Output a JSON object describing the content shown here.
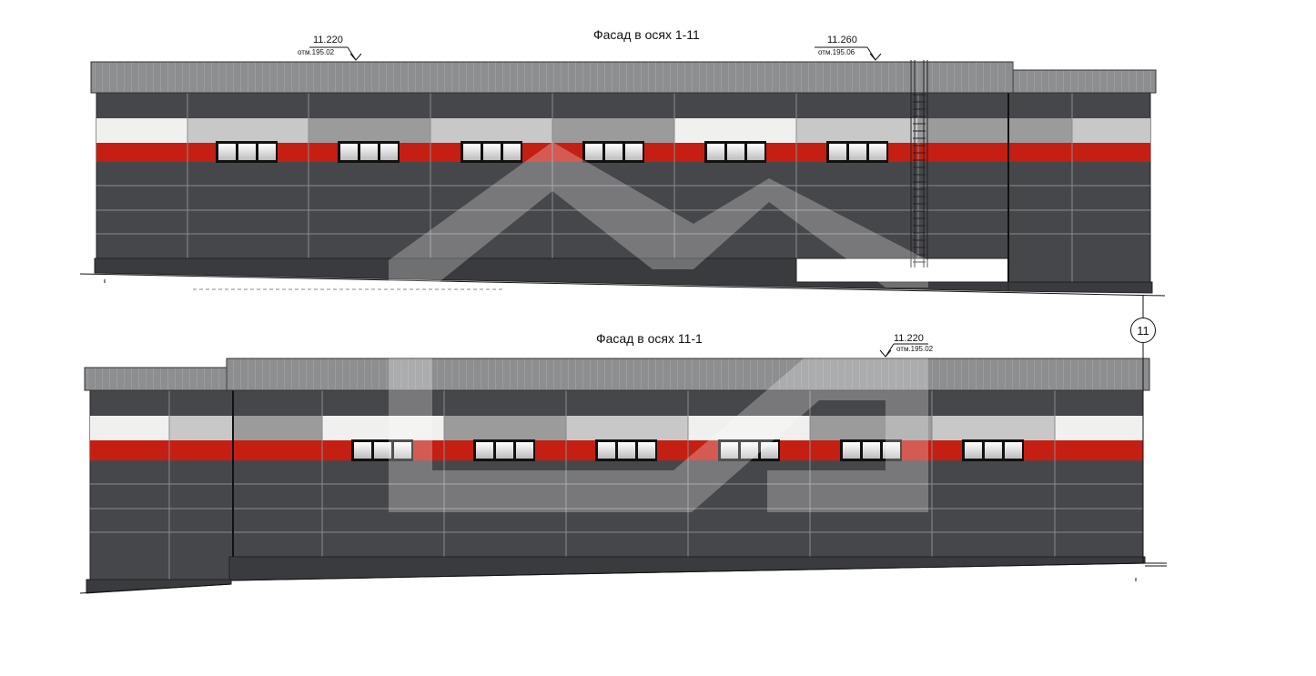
{
  "facade_top": {
    "title": "Фасад в осях 1-11",
    "markers": [
      {
        "level": "11.220",
        "elevation": "отм.195.02"
      },
      {
        "level": "11.260",
        "elevation": "отм.195.06"
      }
    ]
  },
  "facade_bottom": {
    "title": "Фасад в осях 11-1",
    "markers": [
      {
        "level": "11.220",
        "elevation": "отм.195.02"
      }
    ]
  },
  "axis_label": "11",
  "colors": {
    "wall": "#46474b",
    "roof": "#8d8e90",
    "accent_red": "#c41f12",
    "band_white": "#f0f0ee",
    "band_light": "#c8c8c8",
    "band_mid": "#9b9b9b",
    "watermark": "#ffffff"
  }
}
